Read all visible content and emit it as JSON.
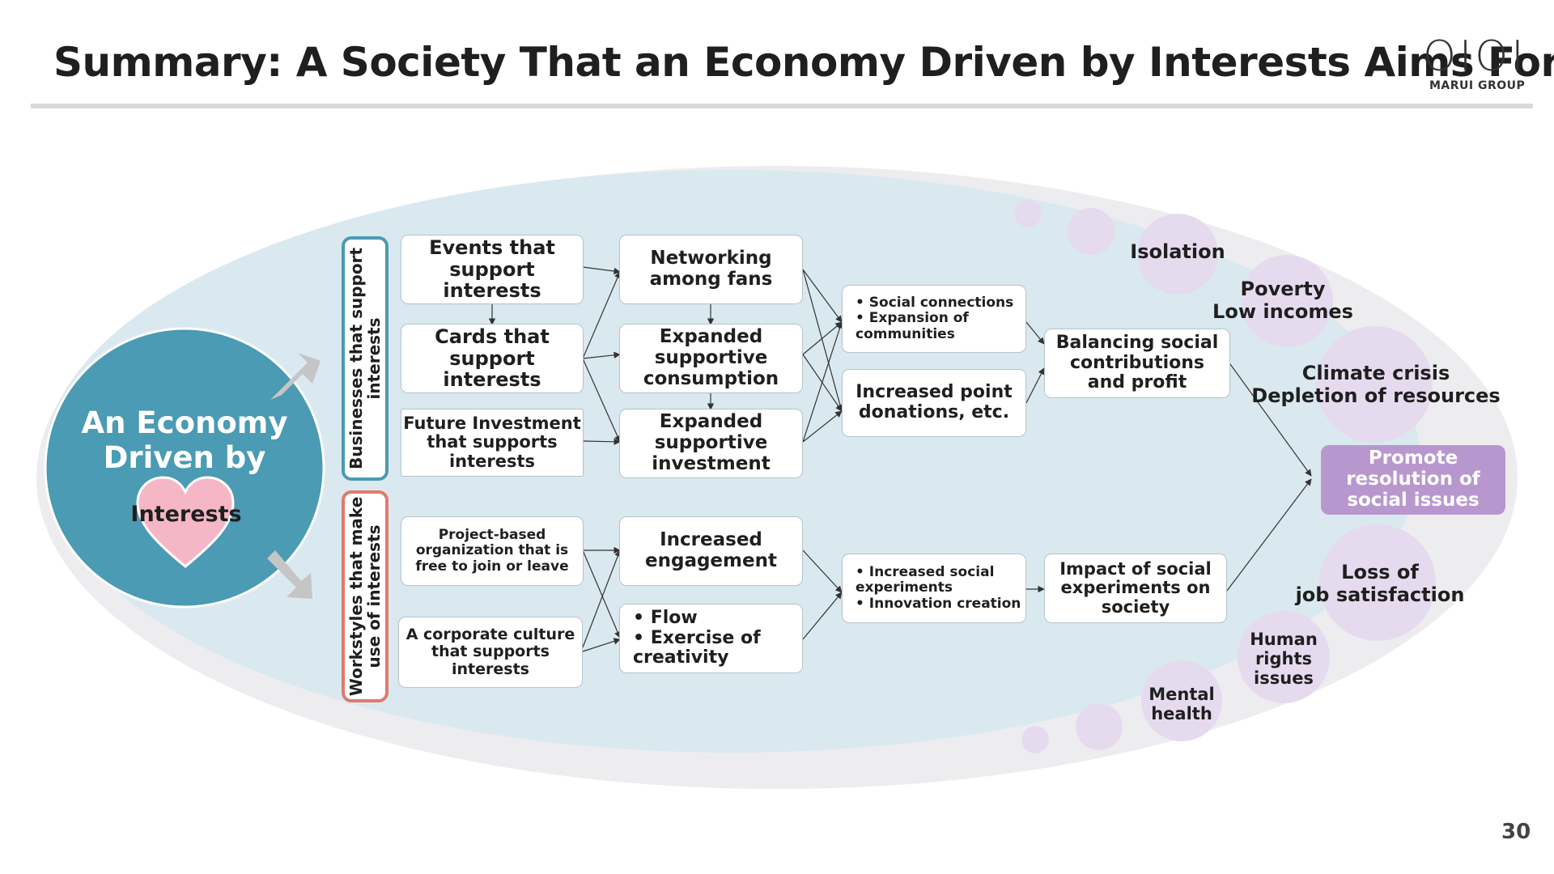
{
  "header": {
    "title": "Summary: A Society That an Economy Driven by Interests Aims For"
  },
  "logo": {
    "mark": "OIOI",
    "name": "MARUI GROUP"
  },
  "page_number": "30",
  "center": {
    "line1": "An Economy\nDriven by",
    "heart_label": "Interests"
  },
  "groups": {
    "businesses": "Businesses that support\ninterests",
    "workstyles": "Workstyles that make\nuse of interests"
  },
  "boxes": {
    "events": "Events that\nsupport\ninterests",
    "cards": "Cards that\nsupport\ninterests",
    "future_investment": "Future Investment\nthat supports\ninterests",
    "networking": "Networking\namong fans",
    "expanded_consumption": "Expanded\nsupportive\nconsumption",
    "expanded_investment": "Expanded\nsupportive\ninvestment",
    "social_connections": "• Social connections\n• Expansion of\n   communities",
    "point_donations": "Increased point\ndonations, etc.",
    "balancing": "Balancing social\ncontributions\nand profit",
    "project_based": "Project-based\norganization that is\nfree to join or leave",
    "corporate_culture": "A corporate culture\nthat supports\ninterests",
    "engagement": "Increased\nengagement",
    "flow": "• Flow\n• Exercise of\n   creativity",
    "social_experiments": "• Increased social\n   experiments\n• Innovation creation",
    "impact": "Impact of social\nexperiments on\nsociety",
    "promote": "Promote\nresolution of\nsocial issues"
  },
  "issues": {
    "isolation": "Isolation",
    "poverty": "Poverty\nLow incomes",
    "climate": "Climate crisis\nDepletion of resources",
    "job": "Loss of\njob satisfaction",
    "human_rights": "Human\nrights\nissues",
    "mental": "Mental\nhealth"
  },
  "colors": {
    "outer_ellipse": "#ededf0",
    "inner_ellipse": "#d9e9ef",
    "center_circle": "#4a9bb3",
    "heart": "#f5b6c6",
    "businesses_border": "#4a9bb3",
    "workstyles_border": "#e07a6e",
    "issue_bubble": "#e6dbee",
    "promote_fill": "#b897cf",
    "arrow_gray": "#c5c5c5"
  }
}
